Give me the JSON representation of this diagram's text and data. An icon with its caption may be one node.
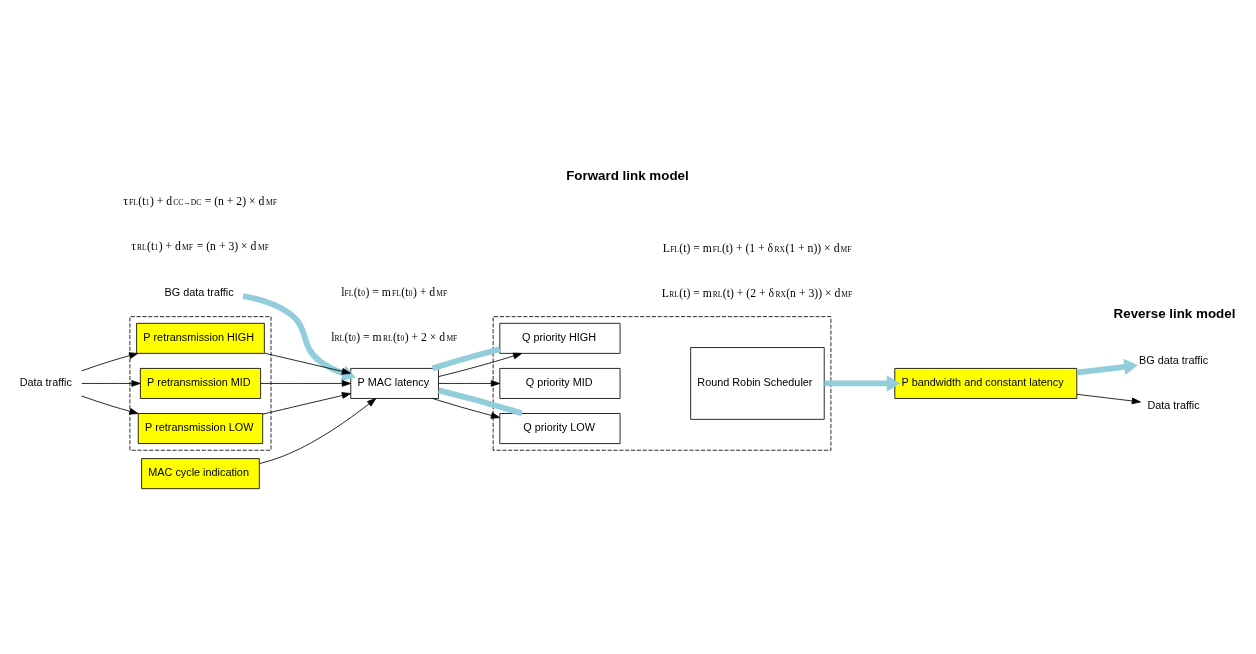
{
  "diagram": {
    "title": "Forward link model",
    "caption": "Reverse link model",
    "nodes": [
      {
        "text": [
          "BG data traffic"
        ]
      },
      {
        "text": [
          "Data traffic"
        ]
      },
      {
        "text": [],
        "shape": "box"
      },
      {
        "text": [
          "P retransmission HIGH"
        ],
        "in": 2
      },
      {
        "text": [
          "P retransmission MID"
        ],
        "in": 2
      },
      {
        "text": [
          "P retransmission LOW"
        ],
        "in": 2
      },
      {
        "text": [
          "MAC cycle indication"
        ]
      },
      {
        "text": [
          "P MAC latency"
        ]
      },
      {
        "text": [],
        "shape": "box"
      },
      {
        "text": [
          "Q priority HIGH"
        ],
        "in": 8
      },
      {
        "text": [
          "Q priority MID"
        ],
        "in": 8
      },
      {
        "text": [
          "Q priority LOW"
        ],
        "in": 8
      },
      {
        "text": [
          "Round Robin Scheduler"
        ],
        "in": 8
      },
      {
        "text": [
          "P bandwidth and constant latency"
        ]
      },
      {
        "text": [
          "BG data traffic"
        ]
      },
      {
        "text": [
          "Data traffic"
        ]
      }
    ],
    "edges": [
      {
        "from": 0,
        "to": 7,
        "arrow": "to",
        "style": "thick",
        "color": "#92cddc"
      },
      {
        "from": 1,
        "to": 3,
        "arrow": "to"
      },
      {
        "from": 1,
        "to": 4,
        "arrow": "to"
      },
      {
        "from": 1,
        "to": 5,
        "arrow": "to"
      },
      {
        "from": 3,
        "to": 7,
        "arrow": "to"
      },
      {
        "from": 4,
        "to": 7,
        "arrow": "to"
      },
      {
        "from": 5,
        "to": 7,
        "arrow": "to"
      },
      {
        "from": 6,
        "to": 7,
        "arrow": "to"
      },
      {
        "from": 7,
        "to": 9,
        "arrow": "to"
      },
      {
        "from": 7,
        "to": 10,
        "arrow": "to"
      },
      {
        "from": 7,
        "to": 11,
        "arrow": "to"
      },
      {
        "from": 7,
        "to": 9,
        "arrow": "none",
        "style": "thick",
        "color": "#92cddc"
      },
      {
        "from": 7,
        "to": 11,
        "arrow": "none",
        "style": "thick",
        "color": "#92cddc"
      },
      {
        "from": 12,
        "to": 13,
        "arrow": "to",
        "style": "thick",
        "color": "#92cddc"
      },
      {
        "from": 13,
        "to": 14,
        "arrow": "to",
        "style": "thick",
        "color": "#92cddc"
      },
      {
        "from": 13,
        "to": 15,
        "arrow": "to"
      }
    ],
    "labels": [
      "L$_{RL}$(t) = m$_{RL}$(t) + (2 + δ$_{RX}$(n + 3)) × d$_{MF}$",
      "τ$_{RL}$(t$_{1}$) + d$_{MF}$ = (n + 3) × d$_{MF}$",
      "l$_{RL}$(t$_{0}$) = m$_{RL}$(t$_{0}$) + 2 × d$_{MF}$",
      "τ$_{FL}$(t$_{1}$) + d$_{CC→DC}$ = (n + 2) × d$_{MF}$",
      "l$_{FL}$(t$_{0}$) = m$_{FL}$(t$_{0}$) + d$_{MF}$",
      "L$_{FL}$(t) = m$_{FL}$(t) + (1 + δ$_{RX}$(1 + n)) × d$_{MF}$"
    ]
  }
}
